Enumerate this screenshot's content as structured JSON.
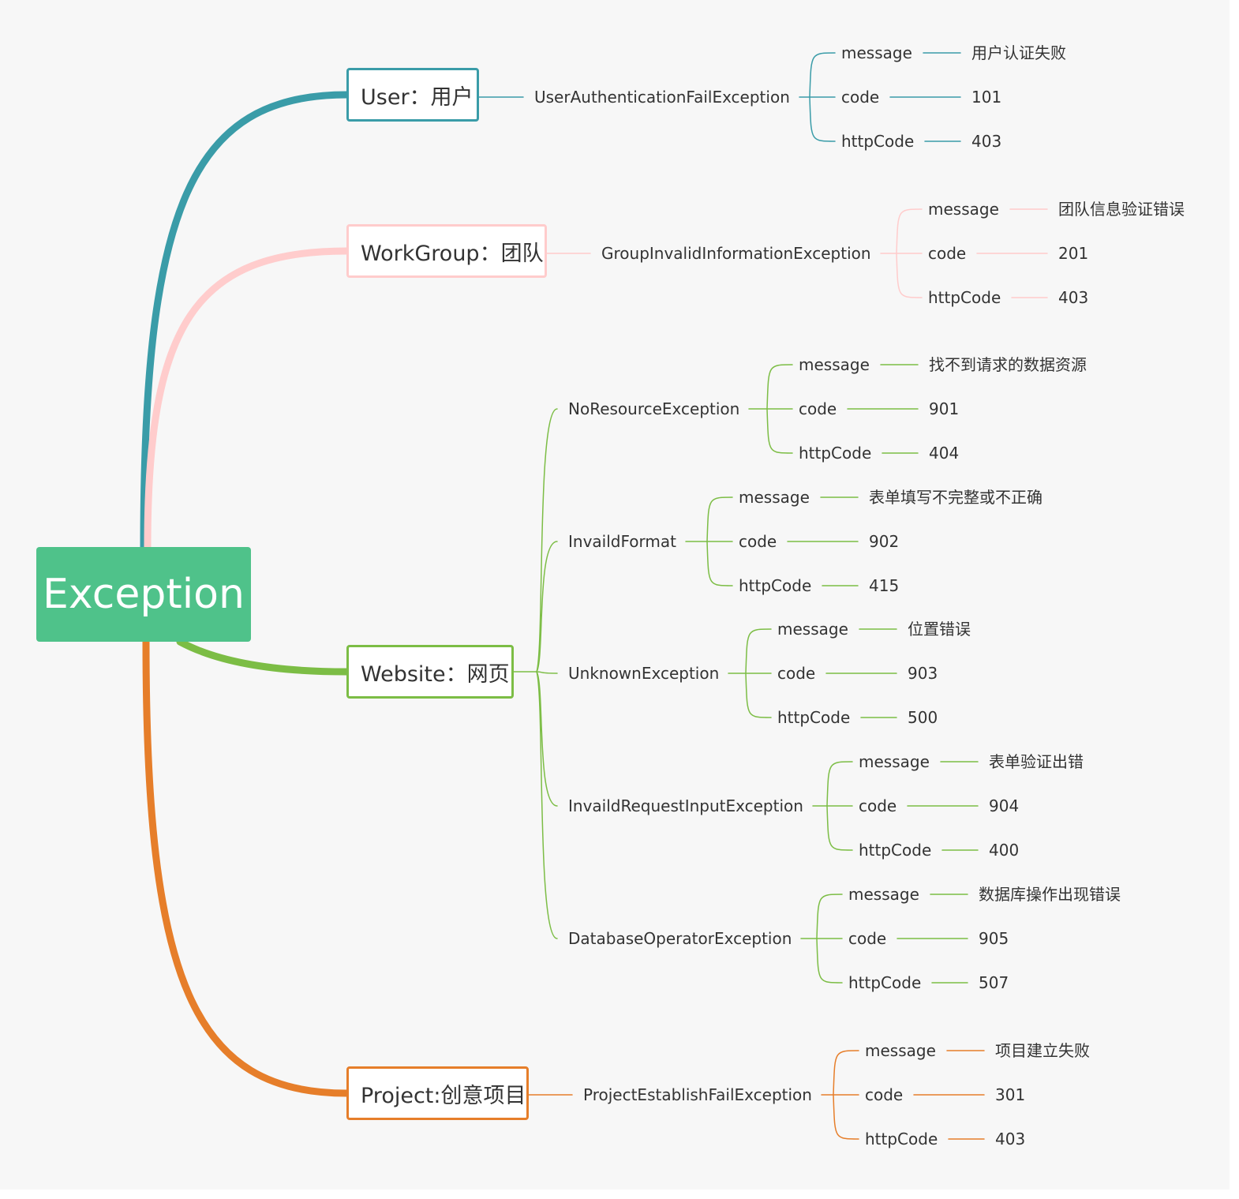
{
  "root": {
    "label": "Exception"
  },
  "branches": [
    {
      "label": "User：用户",
      "color": "#3a9ca8",
      "exceptions": [
        {
          "name": "UserAuthenticationFailException",
          "fields": [
            {
              "key": "message",
              "value": "用户认证失败"
            },
            {
              "key": "code",
              "value": "101"
            },
            {
              "key": "httpCode",
              "value": "403"
            }
          ]
        }
      ]
    },
    {
      "label": "WorkGroup：团队",
      "color": "#ffcccc",
      "exceptions": [
        {
          "name": "GroupInvalidInformationException",
          "fields": [
            {
              "key": "message",
              "value": "团队信息验证错误"
            },
            {
              "key": "code",
              "value": "201"
            },
            {
              "key": "httpCode",
              "value": "403"
            }
          ]
        }
      ]
    },
    {
      "label": "Website：网页",
      "color": "#7cbd45",
      "exceptions": [
        {
          "name": "NoResourceException",
          "fields": [
            {
              "key": "message",
              "value": "找不到请求的数据资源"
            },
            {
              "key": "code",
              "value": "901"
            },
            {
              "key": "httpCode",
              "value": "404"
            }
          ]
        },
        {
          "name": "InvaildFormat",
          "fields": [
            {
              "key": "message",
              "value": "表单填写不完整或不正确"
            },
            {
              "key": "code",
              "value": "902"
            },
            {
              "key": "httpCode",
              "value": "415"
            }
          ]
        },
        {
          "name": "UnknownException",
          "fields": [
            {
              "key": "message",
              "value": "位置错误"
            },
            {
              "key": "code",
              "value": "903"
            },
            {
              "key": "httpCode",
              "value": "500"
            }
          ]
        },
        {
          "name": "InvaildRequestInputException",
          "fields": [
            {
              "key": "message",
              "value": "表单验证出错"
            },
            {
              "key": "code",
              "value": "904"
            },
            {
              "key": "httpCode",
              "value": "400"
            }
          ]
        },
        {
          "name": "DatabaseOperatorException",
          "fields": [
            {
              "key": "message",
              "value": "数据库操作出现错误"
            },
            {
              "key": "code",
              "value": "905"
            },
            {
              "key": "httpCode",
              "value": "507"
            }
          ]
        }
      ]
    },
    {
      "label": "Project:创意项目",
      "color": "#e67e2a",
      "exceptions": [
        {
          "name": "ProjectEstablishFailException",
          "fields": [
            {
              "key": "message",
              "value": "项目建立失败"
            },
            {
              "key": "code",
              "value": "301"
            },
            {
              "key": "httpCode",
              "value": "403"
            }
          ]
        }
      ]
    }
  ]
}
